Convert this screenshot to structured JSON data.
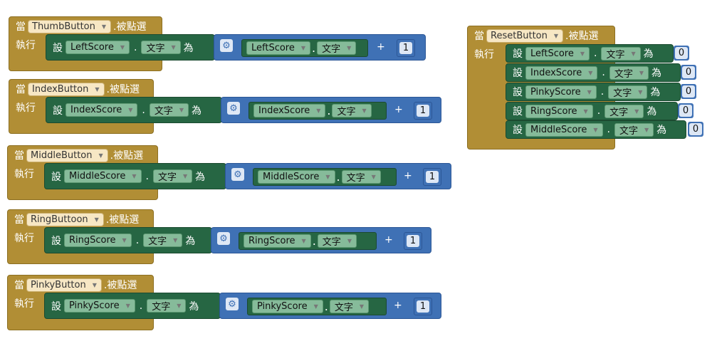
{
  "when_label": "當",
  "do_label": "執行",
  "click_label": ".被點選",
  "set_label": "設",
  "to_label": "為",
  "prop_label": "文字",
  "plus_label": "+",
  "dot_label": ".",
  "gear_icon": "gear-icon",
  "colors": {
    "event": "#b18e35",
    "set_block": "#266643",
    "math": "#3f71b5",
    "component_pill": "#f7e7c4",
    "field_pill": "#86bb9a"
  },
  "events": [
    {
      "component": "ThumbButton",
      "target": "LeftScore",
      "source": "LeftScore",
      "value": "1"
    },
    {
      "component": "IndexButton",
      "target": "IndexScore",
      "source": "IndexScore",
      "value": "1"
    },
    {
      "component": "MiddleButton",
      "target": "MiddleScore",
      "source": "MiddleScore",
      "value": "1"
    },
    {
      "component": "RingButtoon",
      "target": "RingScore",
      "source": "RingScore",
      "value": "1"
    },
    {
      "component": "PinkyButton",
      "target": "PinkyScore",
      "source": "PinkyScore",
      "value": "1"
    }
  ],
  "reset": {
    "component": "ResetButton",
    "sets": [
      {
        "target": "LeftScore",
        "value": "0"
      },
      {
        "target": "IndexScore",
        "value": "0"
      },
      {
        "target": "PinkyScore",
        "value": "0"
      },
      {
        "target": "RingScore",
        "value": "0"
      },
      {
        "target": "MiddleScore",
        "value": "0"
      }
    ]
  }
}
